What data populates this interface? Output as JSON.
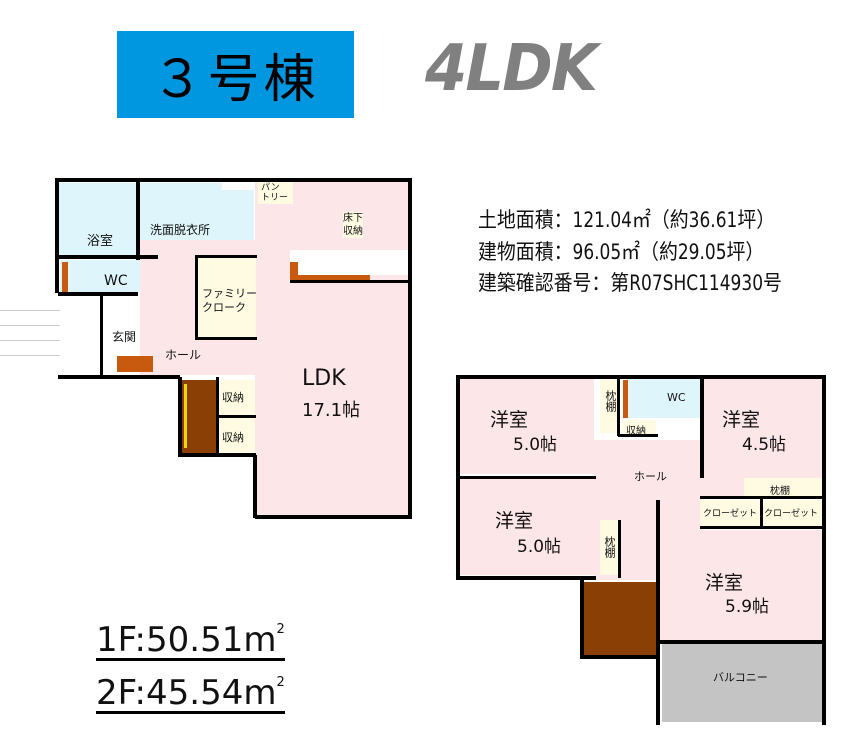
{
  "header": {
    "building": "３号棟",
    "layout_type": "4LDK",
    "badge_color": "#0096e0",
    "layout_color": "#808080"
  },
  "info": {
    "land_area": "土地面積：121.04㎡（約36.61坪）",
    "building_area": "建物面積：96.05㎡（約29.05坪）",
    "permit_number": "建築確認番号：第R07SHC114930号"
  },
  "floor_areas": {
    "f1_prefix": "1F:50.51m",
    "f2_prefix": "2F:45.54m",
    "sup": "2"
  },
  "floor1": {
    "rooms": {
      "bath": "浴室",
      "wash": "洗面脱衣所",
      "wc": "WC",
      "pantry": "パントリー",
      "pantry_l1": "パン",
      "pantry_l2": "トリー",
      "underfloor": "床下収納",
      "underfloor_l1": "床下",
      "underfloor_l2": "収納",
      "family_closet_l1": "ファミリー",
      "family_closet_l2": "クローク",
      "entrance": "玄関",
      "hall": "ホール",
      "ldk": "LDK",
      "ldk_size": "17.1帖",
      "storage1": "収納",
      "storage2": "収納"
    }
  },
  "floor2": {
    "rooms": {
      "room_nw": "洋室",
      "room_nw_size": "5.0帖",
      "room_w": "洋室",
      "room_w_size": "5.0帖",
      "room_ne": "洋室",
      "room_ne_size": "4.5帖",
      "room_se": "洋室",
      "room_se_size": "5.9帖",
      "shelf1": "枕棚",
      "shelf2": "枕棚",
      "shelf3": "枕棚",
      "wc": "WC",
      "storage": "収納",
      "hall": "ホール",
      "closet1": "クローゼット",
      "closet2": "クローゼット",
      "balcony": "バルコニー"
    }
  }
}
